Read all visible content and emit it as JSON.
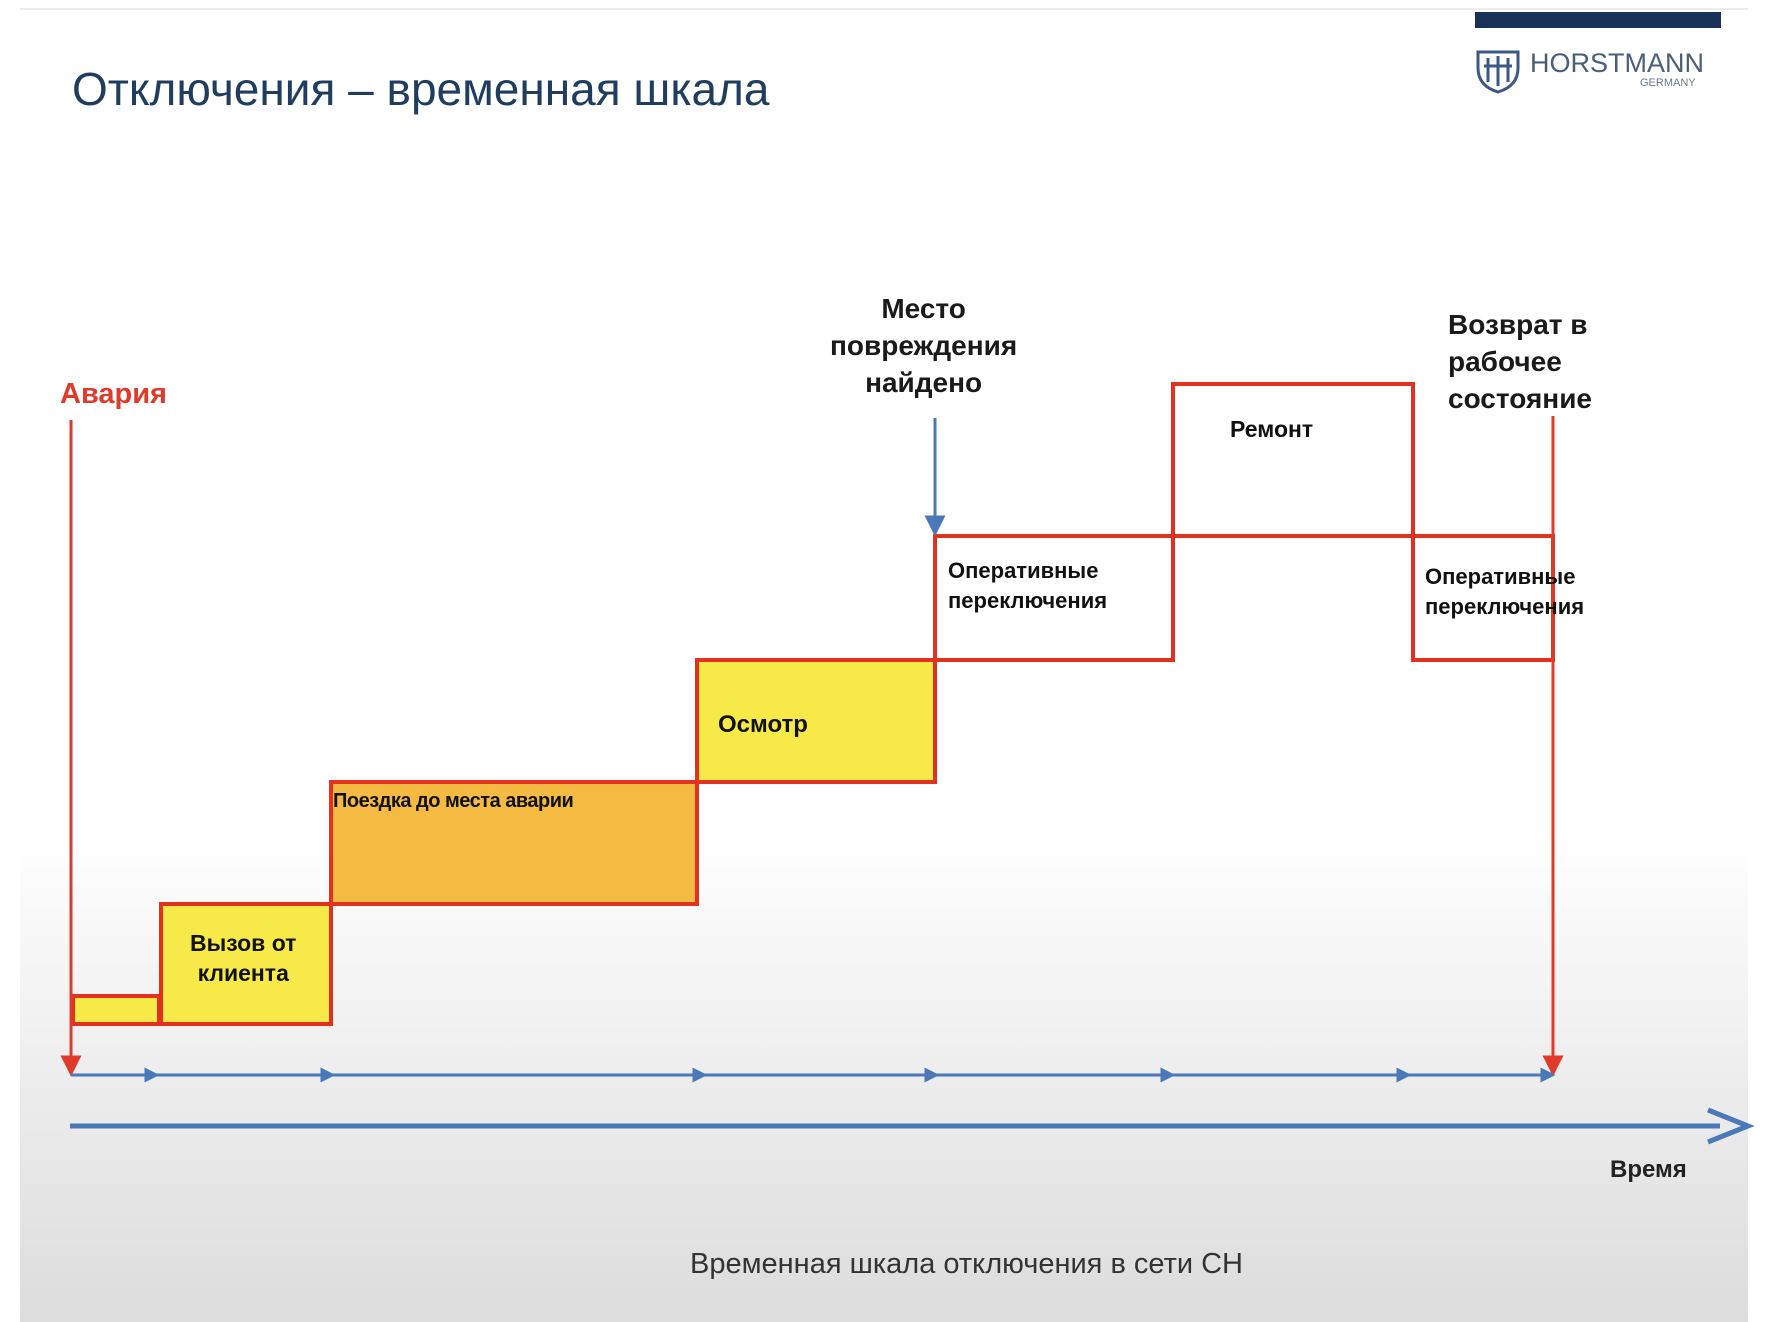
{
  "title": "Отключения – временная шкала",
  "brand": {
    "name": "HORSTMANN",
    "sub": "GERMANY",
    "bar_color": "#1a3158"
  },
  "labels": {
    "accident": "Авария",
    "fault_found": "Место\nповреждения\nнайдено",
    "restored": "Возврат в\nрабочее\nсостояние",
    "time_axis": "Время"
  },
  "caption": "Временная шкала отключения в сети СН",
  "stages": [
    {
      "label": "",
      "fill": "#f7ea48"
    },
    {
      "label": "Вызов от\nклиента",
      "fill": "#f7ea48"
    },
    {
      "label": "Поездка до места аварии",
      "fill": "#f4ba41"
    },
    {
      "label": "Осмотр",
      "fill": "#f7ea48"
    },
    {
      "label": "Оперативные\nпереключения",
      "fill": "none"
    },
    {
      "label": "Ремонт",
      "fill": "none"
    },
    {
      "label": "Оперативные\nпереключения",
      "fill": "none"
    }
  ],
  "colors": {
    "stage_border": "#e2321f",
    "axis": "#4a78b8",
    "accident": "#e03a2a"
  }
}
